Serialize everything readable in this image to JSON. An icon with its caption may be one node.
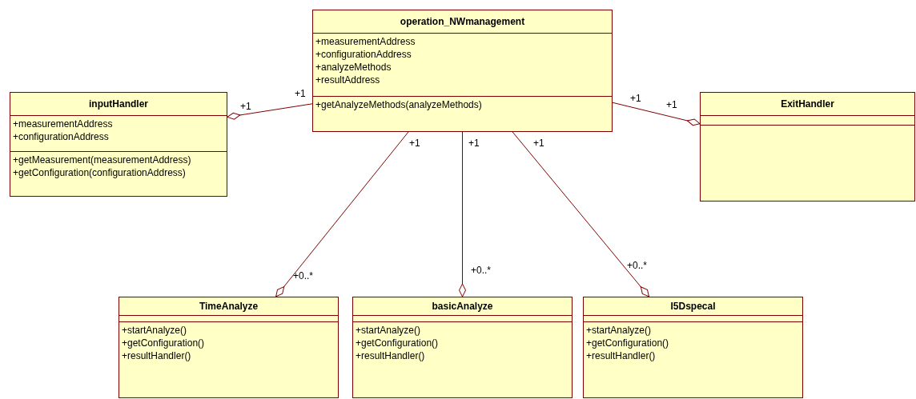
{
  "diagram": {
    "nodes": [
      {
        "text": [
          "operation_NWmanagement"
        ]
      },
      {
        "text": [
          "+measurementAddress",
          "+configurationAddress",
          "+analyzeMethods",
          "+resultAddress"
        ],
        "in": 0
      },
      {
        "text": [
          "+getAnalyzeMethods(analyzeMethods)"
        ],
        "in": 0
      },
      {
        "text": [
          "inputHandler"
        ]
      },
      {
        "text": [
          "+measurementAddress",
          "+configurationAddress"
        ],
        "in": 3
      },
      {
        "text": [
          "+getMeasurement(measurementAddress)",
          "+getConfiguration(configurationAddress)"
        ],
        "in": 3
      },
      {
        "text": [
          "ExitHandler"
        ]
      },
      {
        "text": [],
        "shape": "box",
        "in": 6
      },
      {
        "text": [],
        "shape": "box",
        "in": 6
      },
      {
        "text": [
          "TimeAnalyze"
        ]
      },
      {
        "text": [],
        "shape": "box",
        "in": 9
      },
      {
        "text": [
          "+startAnalyze()",
          "+getConfiguration()",
          "+resultHandler()"
        ],
        "in": 9
      },
      {
        "text": [
          "basicAnalyze"
        ]
      },
      {
        "text": [],
        "shape": "box",
        "in": 12
      },
      {
        "text": [
          "+startAnalyze()",
          "+getConfiguration()",
          "+resultHandler()"
        ],
        "in": 12
      },
      {
        "text": [
          "I5Dspecal"
        ]
      },
      {
        "text": [],
        "shape": "box",
        "in": 15
      },
      {
        "text": [
          "+startAnalyze()",
          "+getConfiguration()",
          "+resultHandler()"
        ],
        "in": 15
      }
    ],
    "edges": [
      {
        "from": 0,
        "to": 3,
        "arrow": "other"
      },
      {
        "from": 0,
        "to": 6,
        "arrow": "other"
      },
      {
        "from": 0,
        "to": 9,
        "arrow": "other"
      },
      {
        "from": 0,
        "to": 12,
        "arrow": "other"
      },
      {
        "from": 0,
        "to": 15,
        "arrow": "other"
      }
    ],
    "labels": [
      "+1",
      "+1",
      "+1",
      "+1",
      "+1",
      "+1",
      "+1",
      "+0..*",
      "+0..*",
      "+0..*"
    ]
  }
}
